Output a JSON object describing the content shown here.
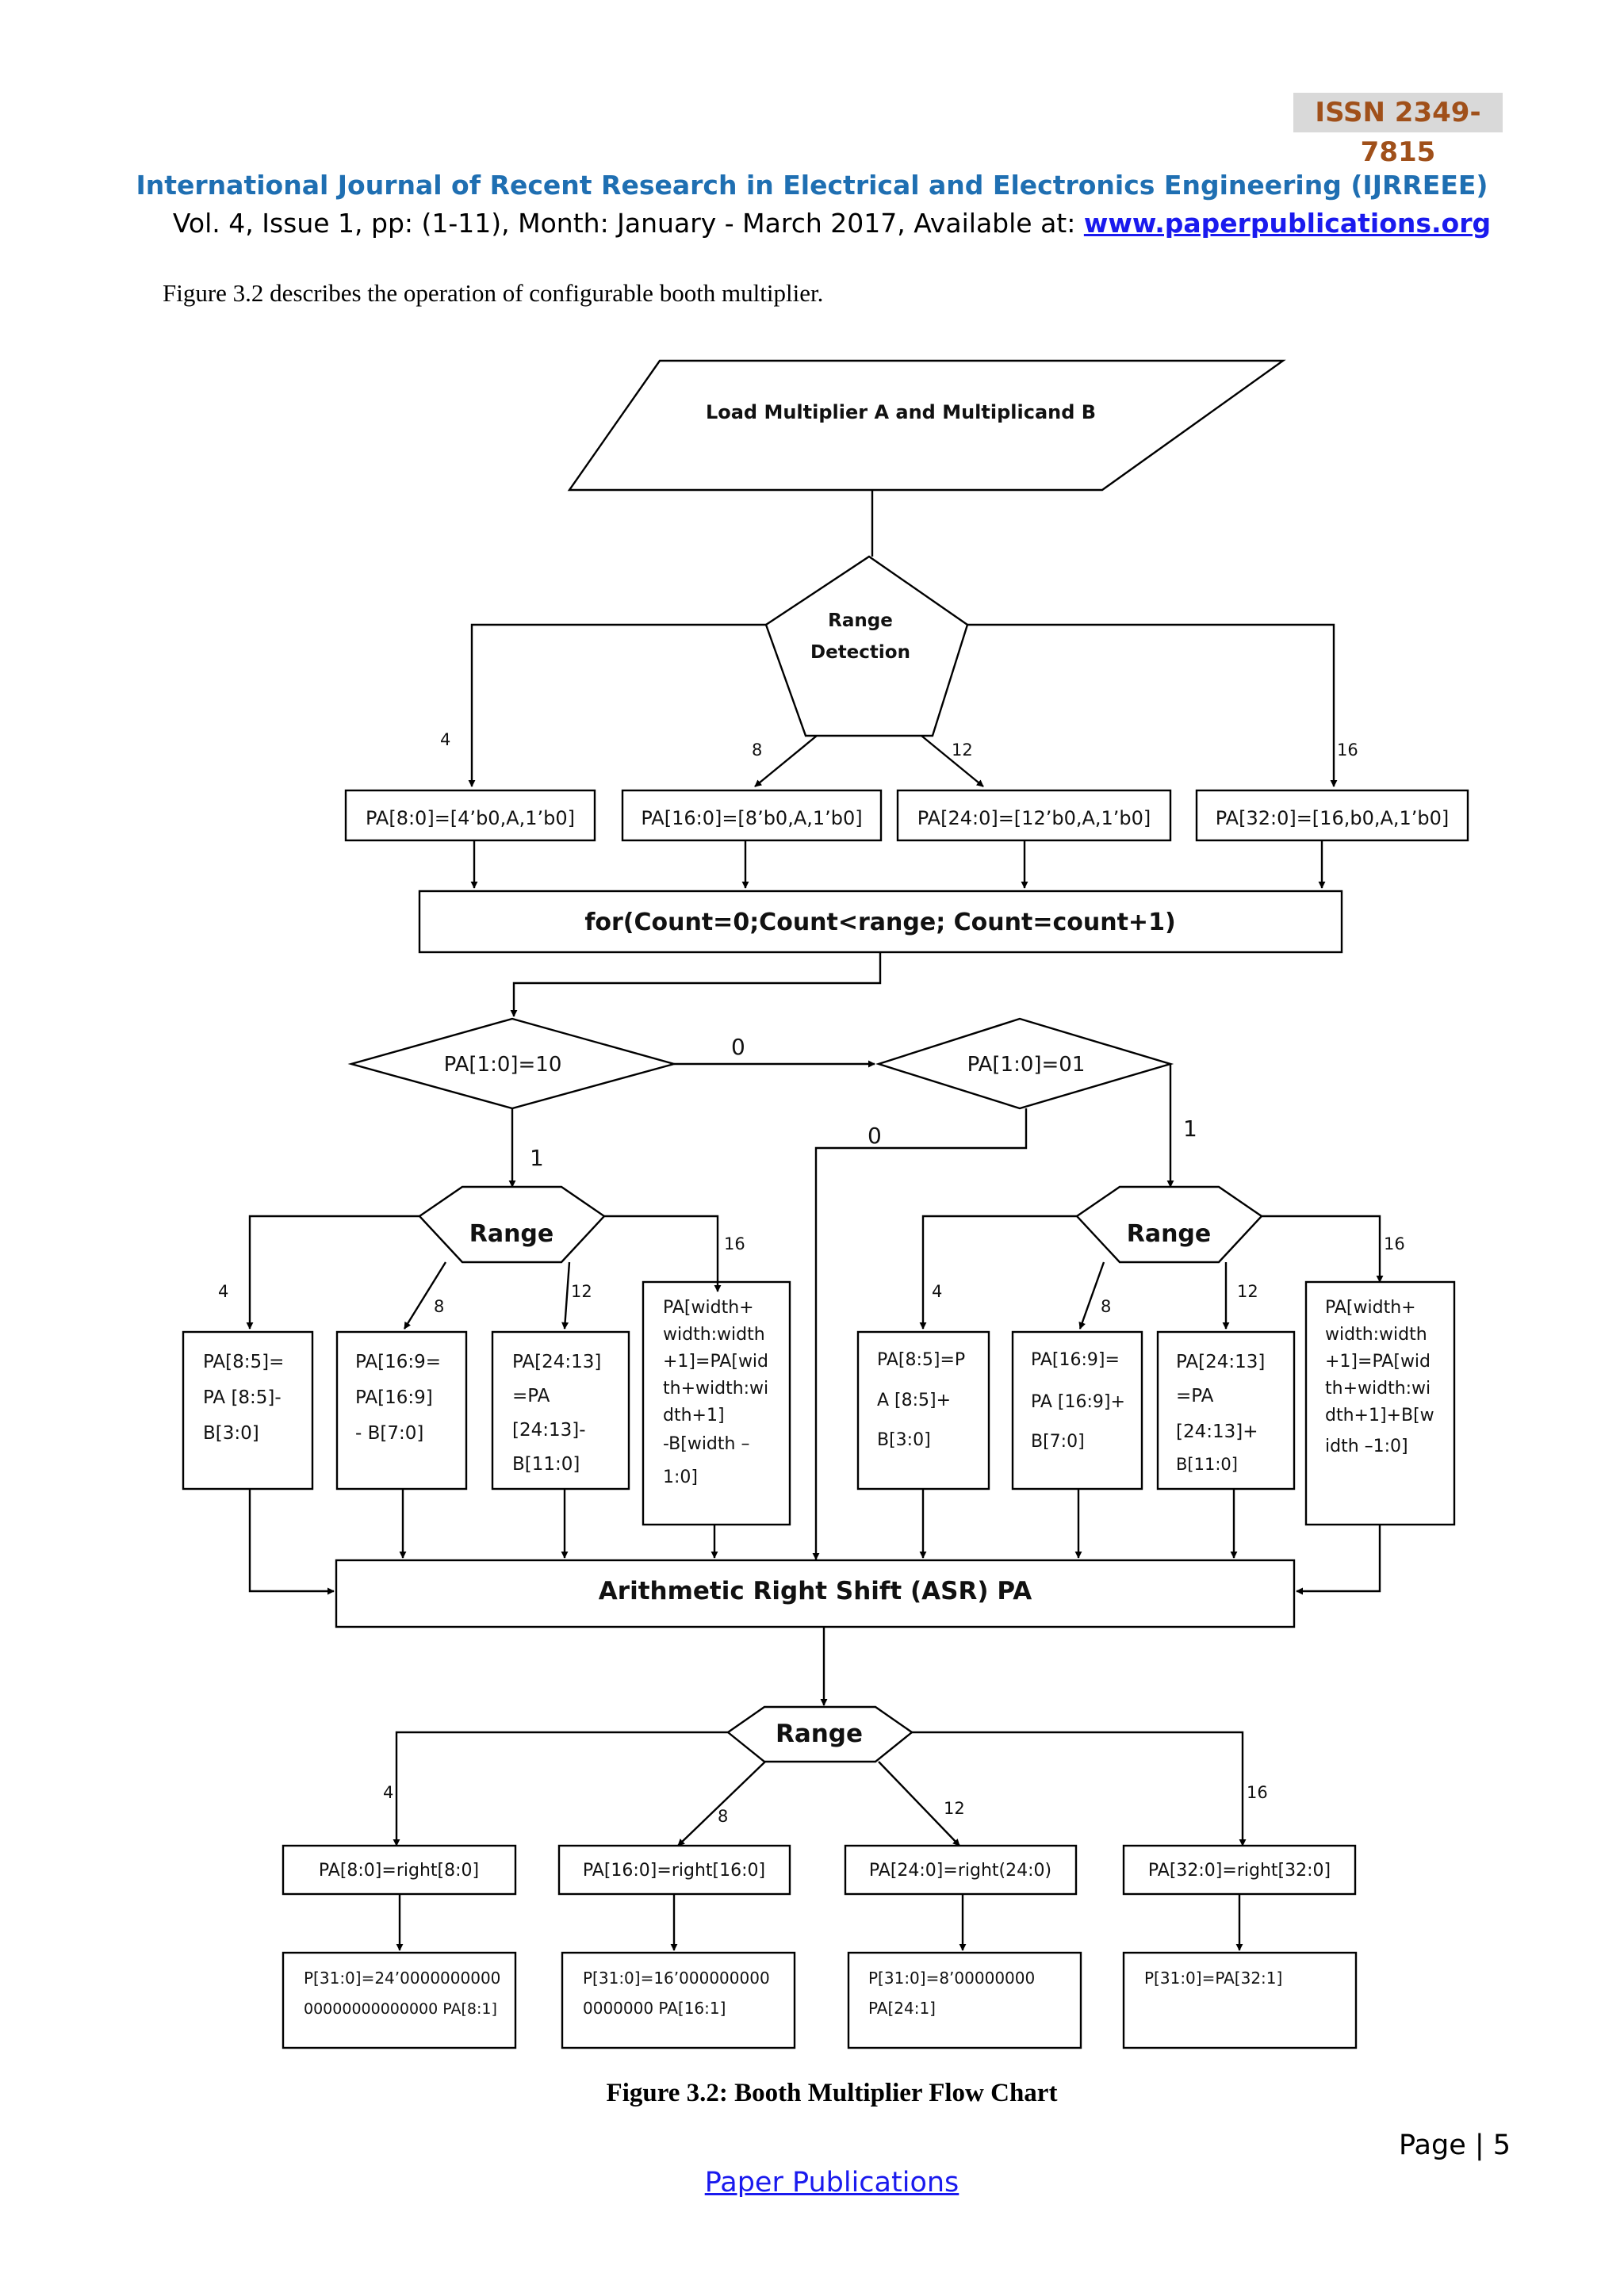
{
  "header": {
    "issn": "ISSN  2349-7815",
    "journal": "International Journal of Recent Research in Electrical and Electronics Engineering (IJRREEE)",
    "vol_prefix": "Vol. 4, Issue 1, pp: (1-11), Month: January - March 2017, Available at: ",
    "vol_link": "www.paperpublications.org"
  },
  "intro": "Figure 3.2 describes the operation of configurable booth multiplier.",
  "flow": {
    "load": "Load Multiplier A and  Multiplicand  B",
    "range_detection": [
      "Range",
      "Detection"
    ],
    "range": "Range",
    "branch_labels": [
      "4",
      "8",
      "12",
      "16"
    ],
    "pa_init": [
      "PA[8:0]=[4’b0,A,1’b0]",
      "PA[16:0]=[8’b0,A,1’b0]",
      "PA[24:0]=[12’b0,A,1’b0]",
      "PA[32:0]=[16,b0,A,1’b0]"
    ],
    "for_loop": "for(Count=0;Count<range; Count=count+1)",
    "decision1": "PA[1:0]=10",
    "decision2": "PA[1:0]=01",
    "edge_zero": "0",
    "edge_one": "1",
    "sub_boxes": [
      [
        "PA[8:5]=",
        "PA [8:5]-",
        "B[3:0]"
      ],
      [
        "PA[16:9=",
        "PA[16:9]",
        "-  B[7:0]"
      ],
      [
        "PA[24:13]",
        "=PA",
        "[24:13]-",
        "B[11:0]"
      ],
      [
        "PA[width+",
        "width:width",
        "+1]=PA[wid",
        "th+width:wi",
        "dth+1]",
        "-B[width –",
        "1:0]"
      ]
    ],
    "add_boxes": [
      [
        "PA[8:5]=P",
        "A [8:5]+",
        "B[3:0]"
      ],
      [
        "PA[16:9]=",
        "PA [16:9]+",
        "B[7:0]"
      ],
      [
        "PA[24:13]",
        "=PA",
        "[24:13]+",
        "B[11:0]"
      ],
      [
        "PA[width+",
        "width:width",
        "+1]=PA[wid",
        "th+width:wi",
        "dth+1]+B[w",
        "idth –1:0]"
      ]
    ],
    "asr": "Arithmetic Right Shift (ASR) PA",
    "shift_boxes": [
      "PA[8:0]=right[8:0]",
      "PA[16:0]=right[16:0]",
      "PA[24:0]=right(24:0)",
      "PA[32:0]=right[32:0]"
    ],
    "result_boxes": [
      [
        "P[31:0]=24’0000000000",
        "00000000000000 PA[8:1]"
      ],
      [
        "P[31:0]=16’000000000",
        "0000000 PA[16:1]"
      ],
      [
        "P[31:0]=8’00000000",
        "PA[24:1]"
      ],
      [
        "P[31:0]=PA[32:1]"
      ]
    ]
  },
  "caption": "Figure 3.2: Booth Multiplier Flow Chart",
  "page_number": "Page | 5",
  "footer": "Paper Publications"
}
